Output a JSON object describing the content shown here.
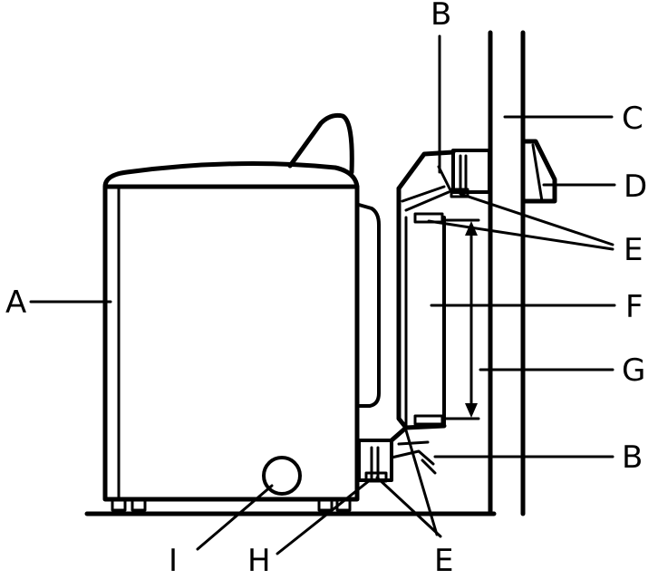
{
  "labels": {
    "A": "A",
    "B_top": "B",
    "B_bottom": "B",
    "C": "C",
    "D": "D",
    "E_right": "E",
    "E_bottom": "E",
    "F": "F",
    "G": "G",
    "H": "H",
    "I": "I"
  },
  "colors": {
    "stroke": "#000000",
    "background": "#ffffff"
  }
}
